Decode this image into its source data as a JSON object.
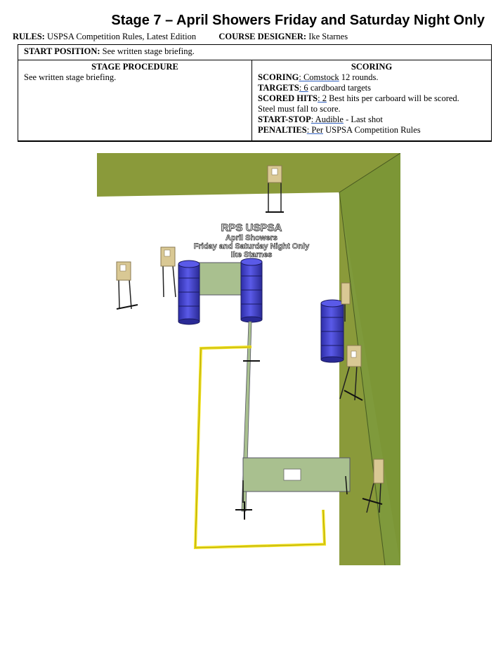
{
  "title": "Stage 7 – April Showers Friday and Saturday Night Only",
  "rules": {
    "rules_label": "RULES:",
    "rules_value": "USPSA Competition Rules, Latest Edition",
    "designer_label": "COURSE DESIGNER:",
    "designer_value": "Ike Starnes"
  },
  "start_position": {
    "label": "START POSITION:",
    "value": "See written stage briefing."
  },
  "stage_procedure": {
    "heading": "STAGE PROCEDURE",
    "text": "See written stage briefing."
  },
  "scoring": {
    "heading": "SCORING",
    "scoring_label": "SCORING",
    "scoring_link": ": Comstock",
    "scoring_value": " 12 rounds.",
    "targets_label": "TARGETS",
    "targets_link": ": 6",
    "targets_value": " cardboard targets",
    "hits_label": "SCORED HITS",
    "hits_link": ": 2",
    "hits_value": " Best hits per carboard will be scored.",
    "steel_note": "Steel must fall to score.",
    "startstop_label": "START-STOP",
    "startstop_link": ": Audible",
    "startstop_value": " - Last shot",
    "penalties_label": "PENALTIES",
    "penalties_link": ": Per",
    "penalties_value": " USPSA Competition Rules"
  },
  "diagram": {
    "banner_line1": "RPS USPSA",
    "banner_line2": "April Showers",
    "banner_line3": "Friday and Saturday Night Only",
    "banner_line4": "Ike Starnes",
    "colors": {
      "grass": "#8a9a3a",
      "floor": "#ffffff",
      "wall": "#7f9a3c",
      "barrel": "#4a4ad0",
      "target": "#d9c894",
      "panel": "#a9c08f",
      "fault_line": "#f0e020"
    }
  }
}
